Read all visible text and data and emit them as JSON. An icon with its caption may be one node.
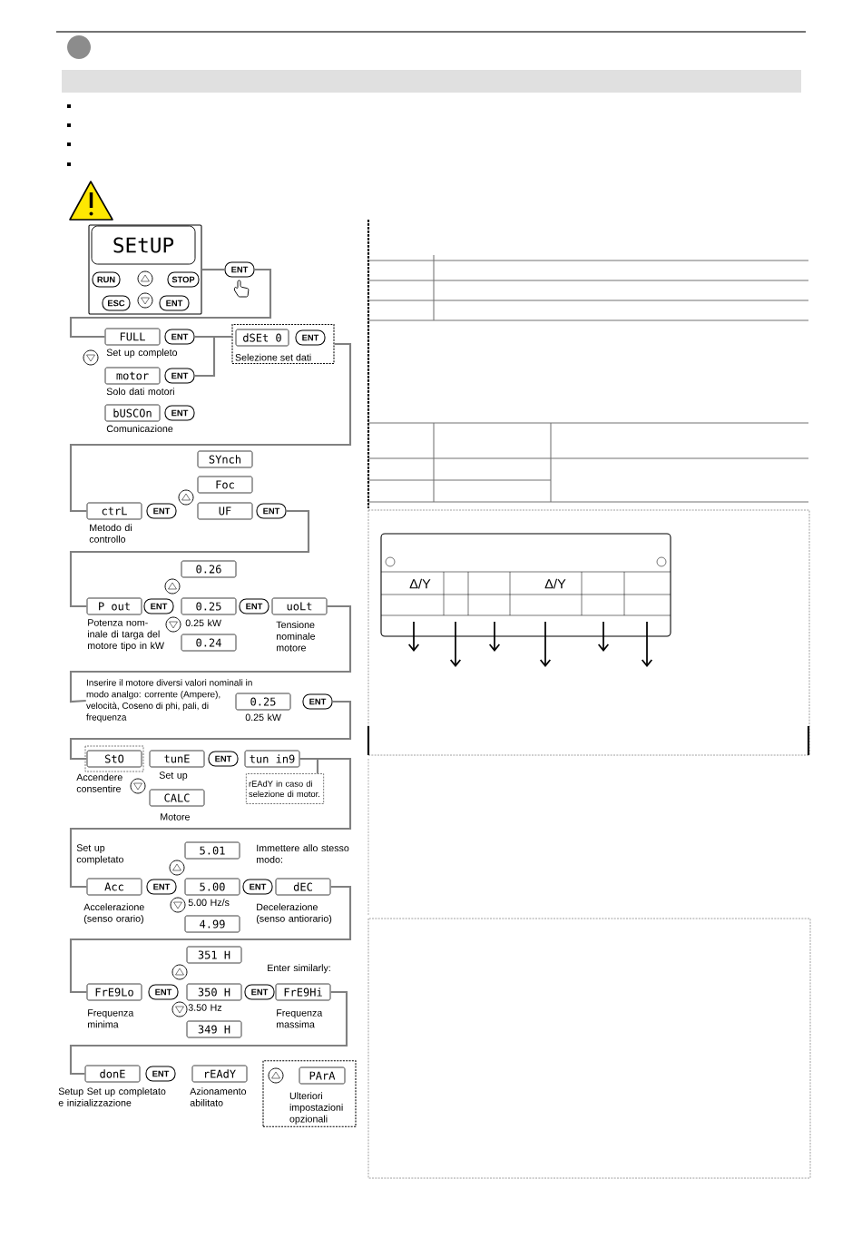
{
  "diagram": {
    "nodes": [
      {
        "text": [],
        "shape": "box"
      },
      {
        "text": [
          "SEtUP"
        ],
        "in": 0
      },
      {
        "text": [
          "RUN"
        ],
        "in": 0
      },
      {
        "text": [
          "STOP"
        ],
        "in": 0
      },
      {
        "text": [
          "ESC"
        ],
        "in": 0
      },
      {
        "text": [
          "ENT"
        ],
        "in": 0
      },
      {
        "text": [
          "ENT"
        ]
      },
      {
        "text": [
          "FULL"
        ],
        "beside": [
          "Set up completo"
        ]
      },
      {
        "text": [
          "ENT"
        ]
      },
      {
        "text": [
          "motor"
        ],
        "beside": [
          "Solo dati motori"
        ]
      },
      {
        "text": [
          "ENT"
        ]
      },
      {
        "text": [
          "bUSCOn"
        ],
        "beside": [
          "Comunicazione"
        ]
      },
      {
        "text": [
          "ENT"
        ]
      },
      {
        "text": [
          "Selezione set dati"
        ]
      },
      {
        "text": [
          "dSEt 0"
        ],
        "in": 13
      },
      {
        "text": [
          "ENT"
        ],
        "in": 13
      },
      {
        "text": [
          "SYnch"
        ]
      },
      {
        "text": [
          "Foc"
        ]
      },
      {
        "text": [
          "ctrL"
        ],
        "beside": [
          "Metodo di controllo"
        ]
      },
      {
        "text": [
          "ENT"
        ]
      },
      {
        "text": [
          "UF"
        ]
      },
      {
        "text": [
          "ENT"
        ]
      },
      {
        "text": [
          "0.26"
        ]
      },
      {
        "text": [
          "P out"
        ],
        "beside": [
          "Potenza nom- inale di targa del motore tipo in kW"
        ]
      },
      {
        "text": [
          "ENT"
        ]
      },
      {
        "text": [
          "0.25"
        ],
        "beside": [
          "0.25 kW"
        ]
      },
      {
        "text": [
          "ENT"
        ]
      },
      {
        "text": [
          "uoLt"
        ],
        "beside": [
          "Tensione nominale motore"
        ]
      },
      {
        "text": [
          "0.24"
        ]
      },
      {
        "text": [
          "Inserire il motore diversi valori nominali in modo analgo: corrente (Ampere), velocità, Coseno di phi, pali, di frequenza"
        ]
      },
      {
        "text": [
          "0.25"
        ],
        "beside": [
          "0.25 kW"
        ]
      },
      {
        "text": [
          "ENT"
        ]
      },
      {
        "text": [
          "StO"
        ],
        "beside": [
          "Accendere consentire"
        ]
      },
      {
        "text": [
          "tunE"
        ],
        "beside": [
          "Set up"
        ]
      },
      {
        "text": [
          "ENT"
        ]
      },
      {
        "text": [
          "tun in9"
        ]
      },
      {
        "text": [
          "CALC"
        ],
        "beside": [
          "Motore"
        ]
      },
      {
        "text": [
          "rEAdY in caso di selezione di motor."
        ]
      },
      {
        "text": [
          "5.01"
        ]
      },
      {
        "text": [
          "Acc"
        ],
        "beside": [
          "Accelerazione (senso orario)"
        ]
      },
      {
        "text": [
          "ENT"
        ]
      },
      {
        "text": [
          "5.00"
        ],
        "beside": [
          "5.00 Hz/s"
        ]
      },
      {
        "text": [
          "ENT"
        ]
      },
      {
        "text": [
          "dEC"
        ],
        "beside": [
          "Decelerazione (senso antiorario)"
        ]
      },
      {
        "text": [
          "4.99"
        ]
      },
      {
        "text": [
          "351 H"
        ]
      },
      {
        "text": [
          "FrE9Lo"
        ],
        "beside": [
          "Frequenza minima"
        ]
      },
      {
        "text": [
          "ENT"
        ]
      },
      {
        "text": [
          "350 H"
        ],
        "beside": [
          "3.50 Hz"
        ]
      },
      {
        "text": [
          "ENT"
        ]
      },
      {
        "text": [
          "FrE9Hi"
        ],
        "beside": [
          "Frequenza massima"
        ]
      },
      {
        "text": [
          "349 H"
        ]
      },
      {
        "text": [
          "donE"
        ],
        "beside": [
          "Setup Set up completato e inizializzazione"
        ]
      },
      {
        "text": [
          "ENT"
        ]
      },
      {
        "text": [
          "rEAdY"
        ],
        "beside": [
          "Azionamento abilitato"
        ]
      },
      {
        "text": [
          "Ulteriori impostazioni opzionali"
        ]
      },
      {
        "text": [
          "PArA"
        ],
        "in": 55
      }
    ],
    "edges": [
      {
        "from": 0,
        "to": 6,
        "arrow": "none"
      },
      {
        "from": 6,
        "to": 7,
        "arrow": "none"
      },
      {
        "from": 8,
        "to": 13,
        "arrow": "none"
      },
      {
        "from": 10,
        "to": 13,
        "arrow": "none"
      },
      {
        "from": 13,
        "to": 18,
        "arrow": "none"
      },
      {
        "from": 21,
        "to": 23,
        "arrow": "none"
      },
      {
        "from": 27,
        "to": 29,
        "arrow": "none"
      },
      {
        "from": 31,
        "to": 32,
        "arrow": "none"
      },
      {
        "from": 35,
        "to": 39,
        "arrow": "none"
      },
      {
        "from": 35,
        "to": 37,
        "arrow": "none"
      },
      {
        "from": 43,
        "to": 46,
        "arrow": "none"
      },
      {
        "from": 50,
        "to": 52,
        "arrow": "none"
      }
    ],
    "labels": [
      "Set up completato",
      "Immettere allo stesso modo:",
      "Enter similarly:",
      "Δ/Y",
      "Δ/Y"
    ]
  }
}
